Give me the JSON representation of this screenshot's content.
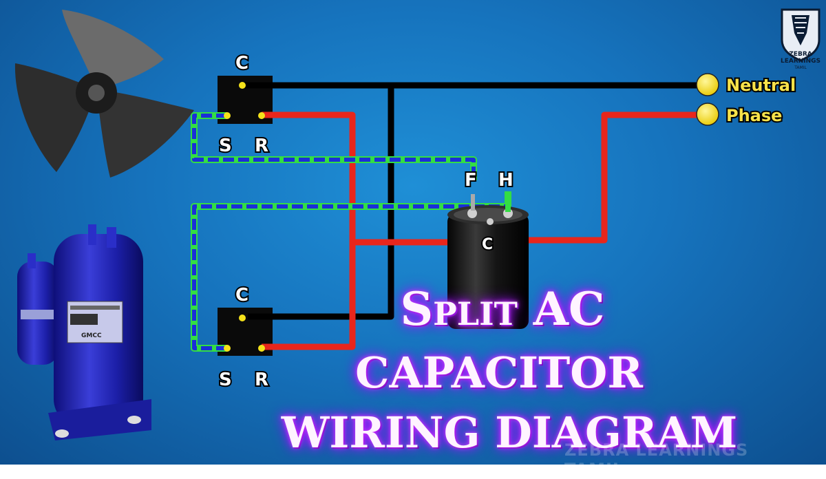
{
  "title": {
    "line1": "Split AC",
    "line2": "CAPACITOR",
    "line3": "WIRING DIAGRAM"
  },
  "fan_terminals": {
    "c": "C",
    "s": "S",
    "r": "R"
  },
  "compressor_terminals": {
    "c": "C",
    "s": "S",
    "r": "R"
  },
  "capacitor_terminals": {
    "f": "F",
    "h": "H",
    "c": "C"
  },
  "supply": {
    "neutral": "Neutral",
    "phase": "Phase"
  },
  "logo": {
    "name_line1": "ZEBRA",
    "name_line2": "LEARNINGS",
    "sub": "TAMIL"
  },
  "watermark": "ZEBRA LEARNINGS TAMIL",
  "compressor_label": {
    "brand": "GMCC"
  },
  "colors": {
    "background": "#1673bd",
    "neutral_wire": "#000000",
    "phase_wire": "#e8261c",
    "capacitor_wire_blue": "#1a2fd8",
    "capacitor_wire_green": "#33dd44",
    "terminal_dot": "#f5e21a",
    "title_glow": "#b01cff"
  }
}
